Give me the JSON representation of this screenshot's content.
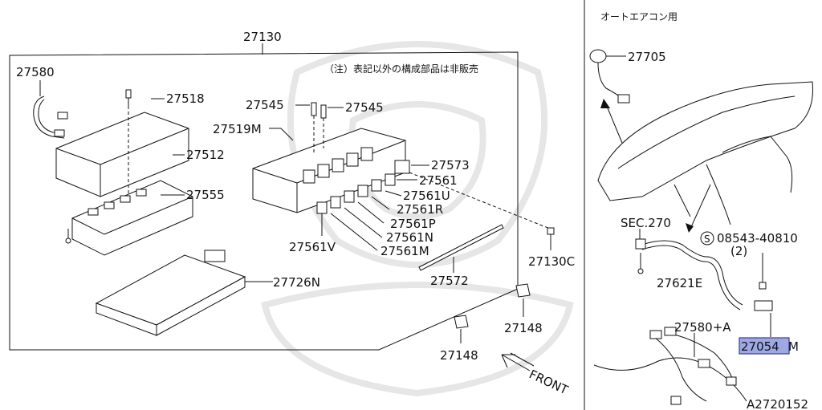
{
  "diagram": {
    "main_assembly_number": "27130",
    "note": "（注）表記以外の構成部品は非販売",
    "right_panel_title": "オートエアコン用",
    "figure_code": "A2720152",
    "direction_label": "FRONT",
    "parts": {
      "p27580": "27580",
      "p27518": "27518",
      "p27512": "27512",
      "p27555": "27555",
      "p27545a": "27545",
      "p27545b": "27545",
      "p27519M": "27519M",
      "p27573": "27573",
      "p27561": "27561",
      "p27561U": "27561U",
      "p27561R": "27561R",
      "p27561P": "27561P",
      "p27561N": "27561N",
      "p27561M": "27561M",
      "p27561V": "27561V",
      "p27130C": "27130C",
      "p27572": "27572",
      "p27726N": "27726N",
      "p27148a": "27148",
      "p27148b": "27148",
      "p27705": "27705",
      "sec270": "SEC.270",
      "p08543": "08543-40810",
      "p08543_qty": "(2)",
      "p27621E": "27621E",
      "p27580A": "27580+A",
      "p27054M_num": "27054",
      "p27054M_suffix": "M"
    },
    "colors": {
      "highlight": "#9ea8e3",
      "line": "#111111"
    }
  }
}
